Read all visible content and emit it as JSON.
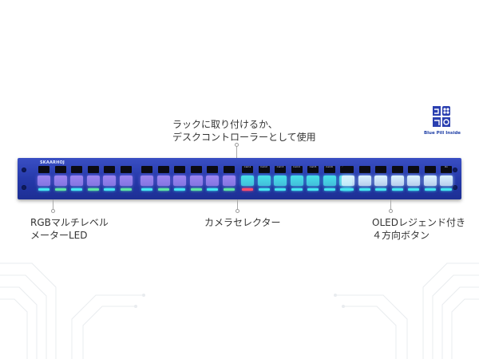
{
  "device": {
    "brand": "SKAARHOJ",
    "oled_pairs": [
      [
        "",
        ""
      ],
      [
        "",
        ""
      ],
      [
        "",
        ""
      ],
      [
        "",
        ""
      ],
      [
        "",
        ""
      ],
      [
        "",
        ""
      ],
      [
        "",
        ""
      ],
      [
        "",
        ""
      ],
      [
        "",
        ""
      ],
      [
        "",
        ""
      ],
      [
        "",
        ""
      ],
      [
        "",
        ""
      ],
      [
        "",
        ""
      ],
      [
        "",
        ""
      ],
      [
        "",
        ""
      ],
      [
        "",
        ""
      ],
      [
        "",
        ""
      ],
      [
        "",
        ""
      ],
      [
        "",
        ""
      ],
      [
        "",
        ""
      ],
      [
        "",
        ""
      ],
      [
        "",
        ""
      ],
      [
        "",
        ""
      ],
      [
        "",
        ""
      ],
      [
        "",
        ""
      ]
    ],
    "camera_labels": [
      "Cam1",
      "Cam2",
      "Cam3",
      "Cam4",
      "Cam5",
      "Cam6",
      "Cam7"
    ],
    "right_labels": [
      "",
      "",
      "",
      "",
      "",
      "",
      "On"
    ],
    "colors": {
      "panel": "#2438a8",
      "purple_button": "#9c85f0",
      "cyan_button": "#49e0e8",
      "white_button": "#dcf3ff",
      "led_cyan": "#44e7f0",
      "led_green": "#5ce6a4",
      "led_red": "#ff4d6d"
    }
  },
  "callouts": {
    "top_line1": "ラックに取り付けるか、",
    "top_line2": "デスクコントローラーとして使用",
    "left_line1": "RGBマルチレベル",
    "left_line2": "メーターLED",
    "center": "カメラセレクター",
    "right_line1": "OLEDレジェンド付き",
    "right_line2": "４方向ボタン"
  },
  "logo": {
    "text": "Blue Pill Inside",
    "icon": "blue-pill-logo-icon"
  }
}
